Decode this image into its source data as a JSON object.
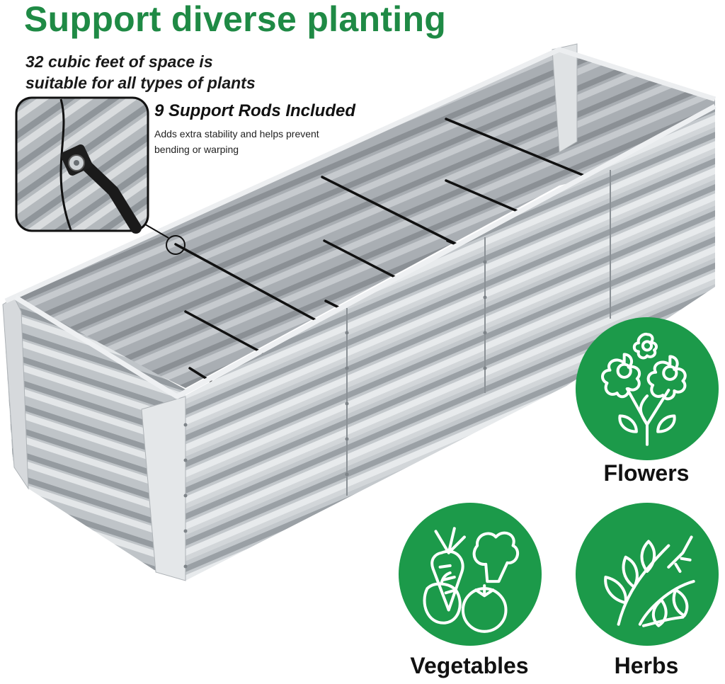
{
  "header": {
    "title": "Support diverse planting",
    "subtitle_line1": "32 cubic feet of space is",
    "subtitle_line2": "suitable for all types of plants"
  },
  "callout": {
    "title": "9 Support Rods Included",
    "description": "Adds extra stability and helps prevent bending or warping"
  },
  "categories": [
    {
      "label": "Flowers",
      "icon": "flowers-icon"
    },
    {
      "label": "Vegetables",
      "icon": "vegetables-icon"
    },
    {
      "label": "Herbs",
      "icon": "herbs-icon"
    }
  ],
  "colors": {
    "brand_green": "#1f8a45",
    "circle_green": "#1c9a4a",
    "metal": "#b9bec3"
  }
}
